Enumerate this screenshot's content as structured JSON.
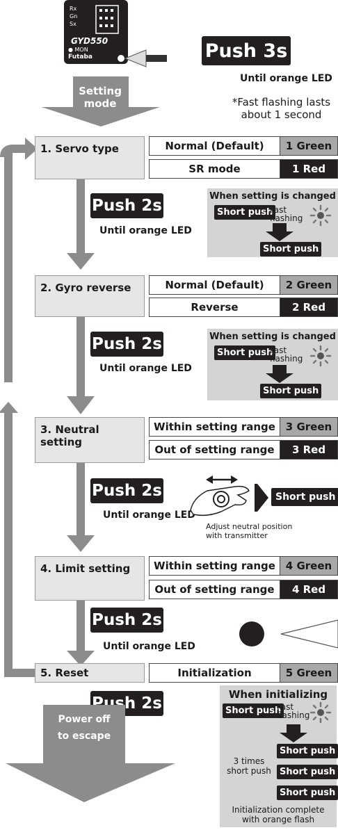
{
  "device": {
    "ports": [
      "Rx",
      "Gn",
      "Sx"
    ],
    "model": "GYD550",
    "mon_label": "MON",
    "brand": "Futaba"
  },
  "intro": {
    "push_label": "Push 3s",
    "until_text": "Until orange LED",
    "setting_mode": "Setting mode",
    "note_line1": "*Fast flashing lasts",
    "note_line2": "about 1 second"
  },
  "steps": [
    {
      "title": "1. Servo type",
      "options": [
        {
          "label": "Normal (Default)",
          "led": "1 Green"
        },
        {
          "label": "SR mode",
          "led": "1 Red"
        }
      ],
      "push": "Push 2s",
      "until": "Until orange LED"
    },
    {
      "title": "2. Gyro reverse",
      "options": [
        {
          "label": "Normal (Default)",
          "led": "2 Green"
        },
        {
          "label": "Reverse",
          "led": "2 Red"
        }
      ],
      "push": "Push 2s",
      "until": "Until orange LED"
    },
    {
      "title": "3. Neutral setting",
      "options": [
        {
          "label": "Within setting range",
          "led": "3 Green"
        },
        {
          "label": "Out of setting range",
          "led": "3 Red"
        }
      ],
      "push": "Push 2s",
      "until": "Until orange LED",
      "adjust_line1": "Adjust neutral position",
      "adjust_line2": "with transmitter",
      "short_push": "Short push"
    },
    {
      "title": "4. Limit setting",
      "options": [
        {
          "label": "Within setting range",
          "led": "4 Green"
        },
        {
          "label": "Out of setting range",
          "led": "4 Red"
        }
      ],
      "push": "Push 2s",
      "until": "Until orange LED"
    },
    {
      "title": "5. Reset",
      "options": [
        {
          "label": "Initialization",
          "led": "5 Green"
        }
      ],
      "push": "Push 2s"
    }
  ],
  "changed_box": {
    "title": "When setting is changed",
    "short_push": "Short push",
    "fast1": "Fast",
    "fast2": "flashing"
  },
  "init_box": {
    "title": "When initializing",
    "short_push": "Short push",
    "fast1": "Fast",
    "fast2": "flashing",
    "times1": "3 times",
    "times2": "short push",
    "complete1": "Initialization complete",
    "complete2": "with orange flash"
  },
  "exit": {
    "line1": "Power off",
    "line2": "to escape"
  },
  "colors": {
    "dark": "#231f20",
    "arrow_gray": "#8c8c8c",
    "panel_gray": "#d4d4d4",
    "step_gray": "#e6e6e6",
    "green_led": "#a8a8a8"
  }
}
